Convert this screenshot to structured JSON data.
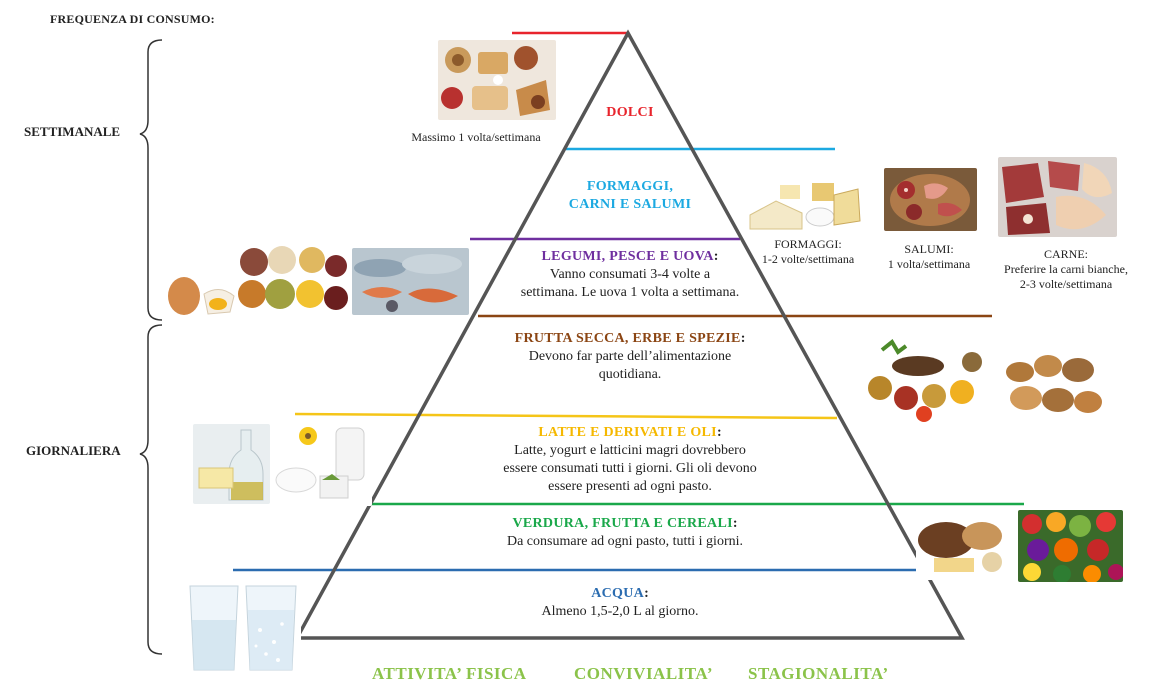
{
  "header": {
    "frequency_title": "FREQUENZA DI CONSUMO:"
  },
  "frequency_groups": {
    "weekly": "SETTIMANALE",
    "daily": "GIORNALIERA"
  },
  "tiers": {
    "dolci": {
      "title": "DOLCI",
      "color": "#e8242c"
    },
    "formaggi": {
      "title_line1": "FORMAGGI,",
      "title_line2": "CARNI E SALUMI",
      "color": "#1ca9e1"
    },
    "legumi": {
      "title": "LEGUMI, PESCE E UOVA",
      "colon": ":",
      "desc_line1": "Vanno consumati 3-4 volte a",
      "desc_line2": "settimana. Le uova 1 volta a settimana.",
      "color": "#6f2f9f"
    },
    "frutta_secca": {
      "title": "FRUTTA SECCA, ERBE E SPEZIE",
      "colon": ":",
      "desc_line1": "Devono far parte dell’alimentazione",
      "desc_line2": "quotidiana.",
      "color": "#8b4513"
    },
    "latte": {
      "title": "LATTE E DERIVATI E OLI",
      "colon": ":",
      "desc_line1": "Latte, yogurt e latticini magri dovrebbero",
      "desc_line2": "essere consumati tutti i giorni. Gli oli devono",
      "desc_line3": "essere presenti ad ogni pasto.",
      "color": "#f5b800"
    },
    "verdura": {
      "title": "VERDURA, FRUTTA E CEREALI",
      "colon": ":",
      "desc_line1": "Da consumare ad ogni pasto, tutti i giorni.",
      "color": "#1aa84a"
    },
    "acqua": {
      "title": "ACQUA",
      "colon": ":",
      "desc_line1": "Almeno 1,5-2,0 L al giorno.",
      "color": "#2b6cb0"
    }
  },
  "captions": {
    "dolci": "Massimo 1 volta/settimana",
    "formaggi_line1": "FORMAGGI:",
    "formaggi_line2": "1-2 volte/settimana",
    "salumi_line1": "SALUMI:",
    "salumi_line2": "1 volta/settimana",
    "carne_line1": "CARNE:",
    "carne_line2": "Preferire la carni bianche,",
    "carne_line3": "2-3 volte/settimana"
  },
  "bottom_words": {
    "attivita": "ATTIVITA’ FISICA",
    "convivialita": "CONVIVIALITA’",
    "stagionalita": "STAGIONALITA’"
  },
  "colors": {
    "bottom_words": "#8bc34a",
    "pyramid_outline": "#555555"
  }
}
